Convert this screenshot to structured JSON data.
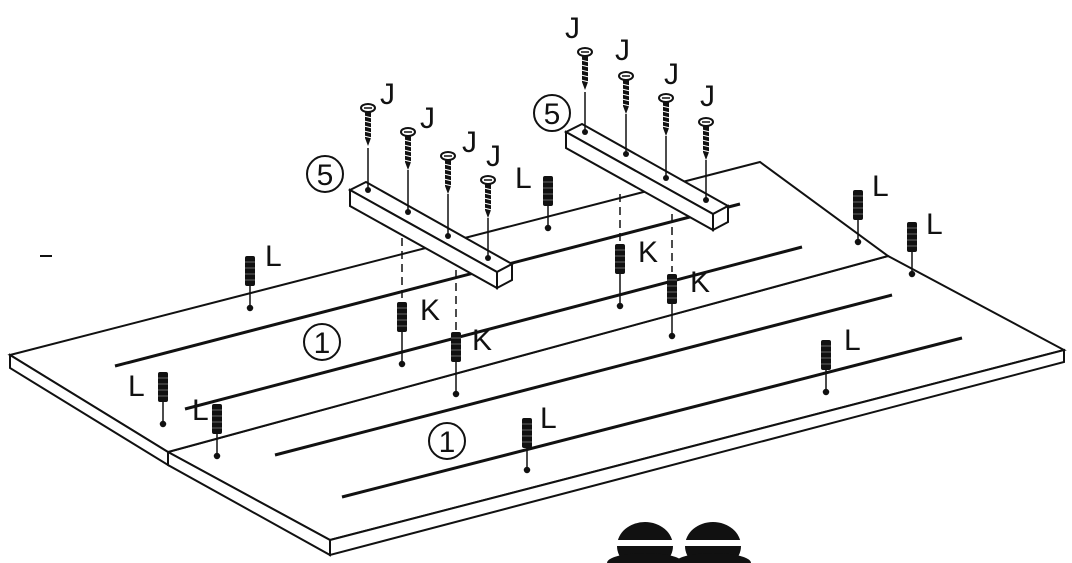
{
  "labels": {
    "screw": "J",
    "dowel_small": "K",
    "dowel_large": "L",
    "panel": "1",
    "rail": "5"
  },
  "colors": {
    "ink": "#111111",
    "paper": "#ffffff"
  },
  "icons": [
    "screw-icon",
    "dowel-icon",
    "person-icon"
  ]
}
